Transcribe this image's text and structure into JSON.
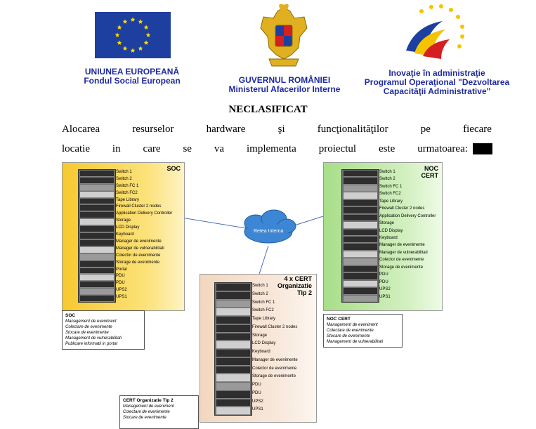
{
  "logos": {
    "eu": {
      "line1": "UNIUNEA EUROPEANĂ",
      "line2": "Fondul Social European",
      "flag_color": "#1d3fa0",
      "star_color": "#ffdd00"
    },
    "gov": {
      "line1": "GUVERNUL ROMÂNIEI",
      "line2": "Ministerul Afacerilor Interne"
    },
    "po": {
      "line1": "Inovaţie în administraţie",
      "line2": "Programul Operaţional \"Dezvoltarea",
      "line3": "Capacităţii Administrative\""
    }
  },
  "document": {
    "classification": "NECLASIFICAT",
    "line1": [
      "Alocarea",
      "resurselor",
      "hardware",
      "şi",
      "funcţionalităţilor",
      "pe",
      "fiecare"
    ],
    "line2": [
      "locatie",
      "in",
      "care",
      "se",
      "va",
      "implementa",
      "proiectul",
      "este",
      "urmatoarea:"
    ]
  },
  "diagram": {
    "network_label": "Retea Interna",
    "soc": {
      "label": "SOC",
      "color": "#f7c930",
      "devices": [
        "Switch 1",
        "Switch 2",
        "Switch FC 1",
        "Switch FC2",
        "Tape Library",
        "Firewall Cluster 2 nodes",
        "Application Delivery Controller",
        "Storage",
        "LCD Display",
        "Keyboard",
        "Manager de evenimente",
        "Manager de vulnerabilitati",
        "Colector de evenimente",
        "Storage de evenimente",
        "Portal",
        "PDU",
        "PDU",
        "UPS2",
        "UPS1"
      ],
      "legend_title": "SOC",
      "legend_items": [
        "Management de eveniment",
        "Colectare de evenimente",
        "Stocare de evenimente",
        "Management de vulnerabilitati",
        "Publicare informatii in portal"
      ]
    },
    "noc": {
      "label_line1": "NOC",
      "label_line2": "CERT",
      "color": "#9ed97a",
      "devices": [
        "Switch 1",
        "Switch 2",
        "Switch FC 1",
        "Switch FC2",
        "Tape Library",
        "Firewall Cluster 2 nodes",
        "Application Delivery Controller",
        "Storage",
        "LCD Display",
        "Keyboard",
        "Manager de evenimente",
        "Manager de vulnerabilitati",
        "Colector de evenimente",
        "Storage de evenimente",
        "PDU",
        "PDU",
        "UPS2",
        "UPS1"
      ],
      "legend_title": "NOC CERT",
      "legend_items": [
        "Management de eveniment",
        "Colectare de evenimente",
        "Stocare de evenimente",
        "Management de vulnerabilitati"
      ]
    },
    "cert": {
      "label_line1": "4 x CERT",
      "label_line2": "Organizatie",
      "label_line3": "Tip 2",
      "color": "#f5e3d2",
      "devices": [
        "Switch 1",
        "Switch 2",
        "Switch FC 1",
        "Switch FC2",
        "Tape Library",
        "Firewall Cluster 2 nodes",
        "Storage",
        "LCD Display",
        "Keyboard",
        "Manager de evenimente",
        "Colector de evenimente",
        "Storage de evenimente",
        "PDU",
        "PDU",
        "UPS2",
        "UPS1"
      ],
      "legend_title": "CERT Organizatie Tip 2",
      "legend_items": [
        "Management de eveniment",
        "Colectare de evenimente",
        "Stocare de evenimente"
      ]
    }
  }
}
